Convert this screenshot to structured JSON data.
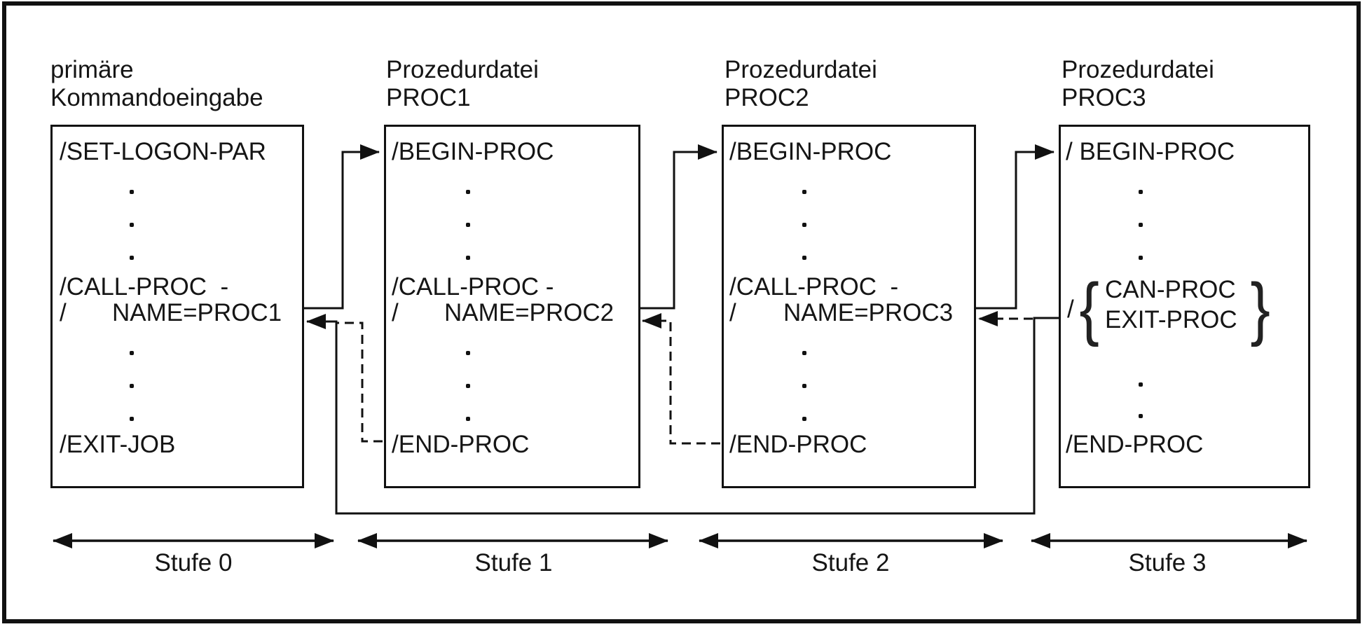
{
  "boxes": [
    {
      "header": [
        "primäre",
        "Kommandoeingabe"
      ],
      "row_top": "/SET-LOGON-PAR",
      "row_call": "/CALL-PROC  -",
      "name_slash": "/",
      "name_value": "NAME=PROC1",
      "row_bottom": "/EXIT-JOB",
      "stufe": "Stufe 0"
    },
    {
      "header": [
        "Prozedurdatei",
        "PROC1"
      ],
      "row_top": "/BEGIN-PROC",
      "row_call": "/CALL-PROC -",
      "name_slash": "/",
      "name_value": "NAME=PROC2",
      "row_bottom": "/END-PROC",
      "stufe": "Stufe 1"
    },
    {
      "header": [
        "Prozedurdatei",
        "PROC2"
      ],
      "row_top": "/BEGIN-PROC",
      "row_call": "/CALL-PROC  -",
      "name_slash": "/",
      "name_value": "NAME=PROC3",
      "row_bottom": "/END-PROC",
      "stufe": "Stufe 2"
    },
    {
      "header": [
        "Prozedurdatei",
        "PROC3"
      ],
      "row_top": "/ BEGIN-PROC",
      "choice_slash": "/",
      "brace_open": "{",
      "brace_close": "}",
      "choice_options": [
        "CAN-PROC",
        "EXIT-PROC"
      ],
      "row_bottom": "/END-PROC",
      "stufe": "Stufe 3"
    }
  ],
  "colors": {
    "ink": "#111111",
    "background": "#ffffff"
  }
}
